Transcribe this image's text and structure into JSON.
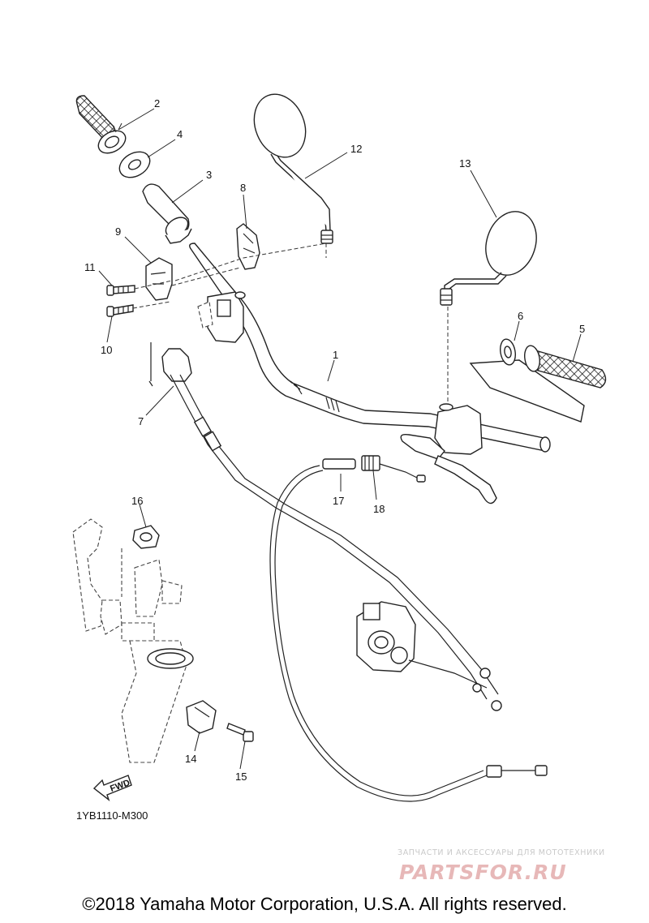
{
  "diagram": {
    "callouts": [
      "1",
      "2",
      "3",
      "4",
      "5",
      "6",
      "7",
      "8",
      "9",
      "10",
      "11",
      "12",
      "13",
      "14",
      "15",
      "16",
      "17",
      "18"
    ],
    "drawing_code": "1YB1110-M300",
    "fwd_label": "FWD",
    "copyright": "©2018 Yamaha Motor Corporation, U.S.A. All rights reserved.",
    "watermark": {
      "subtitle": "ЗАПЧАСТИ И АКСЕССУАРЫ ДЛЯ МОТОТЕХНИКИ",
      "logo": "PARTSFOR.RU"
    },
    "colors": {
      "ink": "#222222",
      "watermark_logo": "#e7b8b8",
      "watermark_text": "#c9c9c9"
    }
  }
}
